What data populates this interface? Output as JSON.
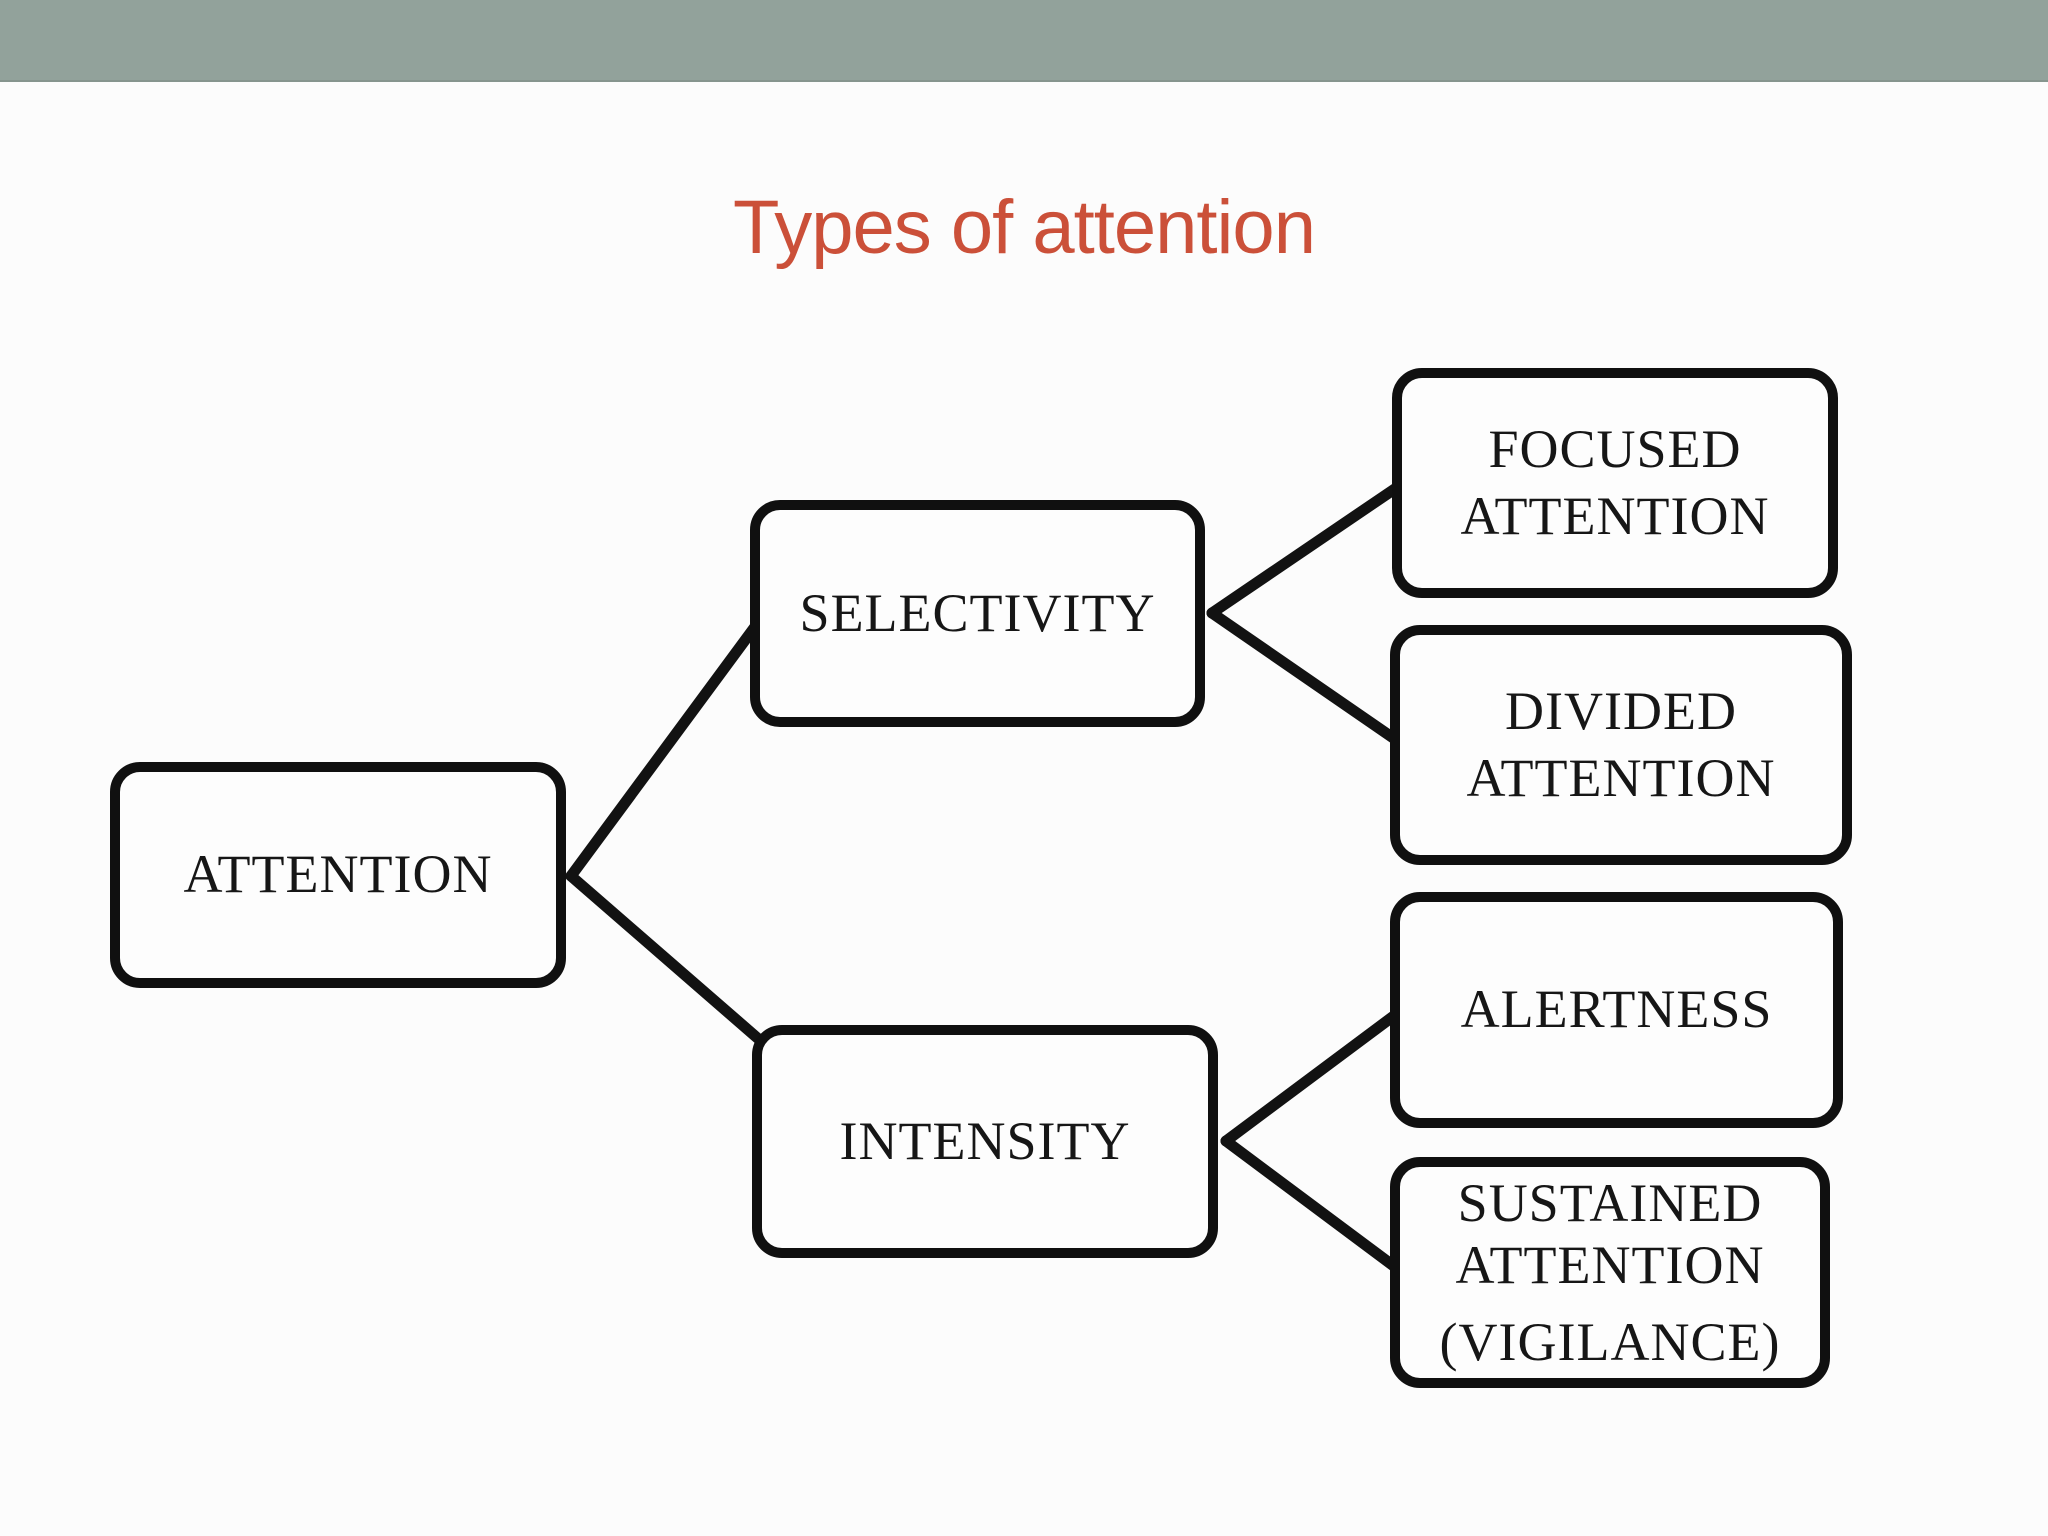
{
  "slide": {
    "title": "Types of attention",
    "title_color": "#cb5039",
    "header_bar_color": "#92a29b",
    "background_color": "#fcfcfc",
    "line_color": "#121212"
  },
  "diagram": {
    "nodes": {
      "attention": {
        "label": "ATTENTION"
      },
      "selectivity": {
        "label": "SELECTIVITY"
      },
      "intensity": {
        "label": "INTENSITY"
      },
      "focused": {
        "label": "FOCUSED\nATTENTION"
      },
      "divided": {
        "label": "DIVIDED\nATTENTION"
      },
      "alertness": {
        "label": "ALERTNESS"
      },
      "sustained": {
        "label": "SUSTAINED\nATTENTION",
        "sublabel": "(VIGILANCE)"
      }
    },
    "edges": [
      {
        "from": "ATTENTION",
        "to": "SELECTIVITY"
      },
      {
        "from": "ATTENTION",
        "to": "INTENSITY"
      },
      {
        "from": "SELECTIVITY",
        "to": "FOCUSED ATTENTION"
      },
      {
        "from": "SELECTIVITY",
        "to": "DIVIDED ATTENTION"
      },
      {
        "from": "INTENSITY",
        "to": "ALERTNESS"
      },
      {
        "from": "INTENSITY",
        "to": "SUSTAINED ATTENTION (VIGILANCE)"
      }
    ]
  }
}
